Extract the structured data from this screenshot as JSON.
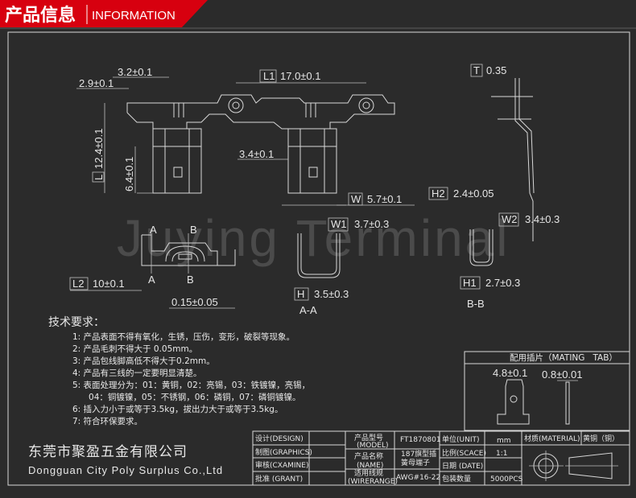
{
  "header": {
    "title_cn": "产品信息",
    "title_en": "INFORMATION",
    "accent": "#d7000f"
  },
  "watermark": "Juying Terminal",
  "dimensions": {
    "l1": {
      "tag": "L1",
      "value": "17.0±0.1"
    },
    "d32": "3.2±0.1",
    "d29": "2.9±0.1",
    "l": {
      "tag": "L",
      "value": "12.4±0.1"
    },
    "d64": "6.4±0.1",
    "d34": "3.4±0.1",
    "w": {
      "tag": "W",
      "value": "5.7±0.1"
    },
    "t": {
      "tag": "T",
      "value": "0.35"
    },
    "h2": {
      "tag": "H2",
      "value": "2.4±0.05"
    },
    "w1": {
      "tag": "W1",
      "value": "3.7±0.3"
    },
    "w2": {
      "tag": "W2",
      "value": "3.4±0.3"
    },
    "l2": {
      "tag": "L2",
      "value": "10±0.1"
    },
    "d015": "0.15±0.05",
    "h": {
      "tag": "H",
      "value": "3.5±0.3"
    },
    "h1": {
      "tag": "H1",
      "value": "2.7±0.3"
    },
    "section_aa": "A-A",
    "section_bb": "B-B",
    "mark_a": "A",
    "mark_b": "B"
  },
  "requirements": {
    "title": "技术要求：",
    "items": [
      "1:  产品表面不得有氧化，生锈，压伤，变形，破裂等现象。",
      "2:  产品毛刺不得大于  0.05mm。",
      "3:  产品包线脚高低不得大于0.2mm。",
      "4:  产品有三线的一定要明显清楚。",
      "5:  表面处理分为：01：黄铜，02：亮锡，03：铁镀镍，亮锡，",
      "      04：铜镀镍，05：不锈钢，06：磷铜，07：磷铜镀镍。",
      "6:  插入力小于或等于3.5kg，拔出力大于或等于3.5kg。",
      "7:  符合环保要求。"
    ]
  },
  "mating_tab": {
    "title": "配用插片（MATING   TAB）",
    "width": "4.8±0.1",
    "thickness": "0.8±0.01"
  },
  "company": {
    "name_cn": "东莞市聚盈五金有限公司",
    "name_en": "Dongguan City Poly Surplus Co.,Ltd"
  },
  "title_block": {
    "design": "设计(DESIGN)",
    "graphics": "制图(GRAPHICS)",
    "examine": "审核(CXAMINE)",
    "grant": "批准 (GRANT)",
    "model_label": "产品型号",
    "model_label_en": "(MODEL)",
    "model_value": "FT1870801",
    "name_label": "产品名称",
    "name_label_en": "(NAME)",
    "name_value_1": "187旗型插",
    "name_value_2": "簧母端子",
    "wire_label": "适用线规",
    "wire_label_en": "(WIRERANGE)",
    "wire_value": "AWG#16-22",
    "unit_label": "单位(UNIT)",
    "unit_value": "mm",
    "scale_label": "比例(SCACE)",
    "scale_value": "1:1",
    "date_label": "日期 (DATE)",
    "qty_label": "包装数量",
    "qty_value": "5000PCS",
    "material_label": "材质(MATERIAL)",
    "material_value": "黄铜（铜）"
  }
}
